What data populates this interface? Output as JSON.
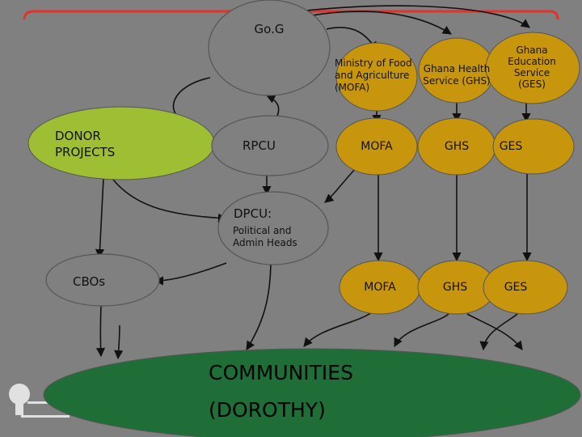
{
  "nodes": {
    "gog": "Go.G",
    "mofa_ministry": [
      "Ministry of Food",
      "and Agriculture",
      "(MOFA)"
    ],
    "ghs_service": [
      "Ghana Health",
      "Service (GHS)"
    ],
    "ges_service": [
      "Ghana",
      "Education",
      "Service",
      "(GES)"
    ],
    "donor_projects": [
      "DONOR",
      "PROJECTS"
    ],
    "rpcu": "RPCU",
    "mofa_regional": "MOFA",
    "ghs_regional": "GHS",
    "ges_regional": "GES",
    "dpcu_title": "DPCU:",
    "dpcu_sub": [
      "Political and",
      "Admin Heads"
    ],
    "cbos": "CBOs",
    "mofa_district": "MOFA",
    "ghs_district": "GHS",
    "ges_district": "GES",
    "communities": "COMMUNITIES",
    "communities_sub": "(DOROTHY)"
  },
  "colors": {
    "background": "#808080",
    "gold": "#c8960c",
    "green_light": "#9ebe33",
    "green_dark": "#1f6e38",
    "red_bracket": "#e8302a",
    "outline": "#555555",
    "arrow": "#111111"
  }
}
